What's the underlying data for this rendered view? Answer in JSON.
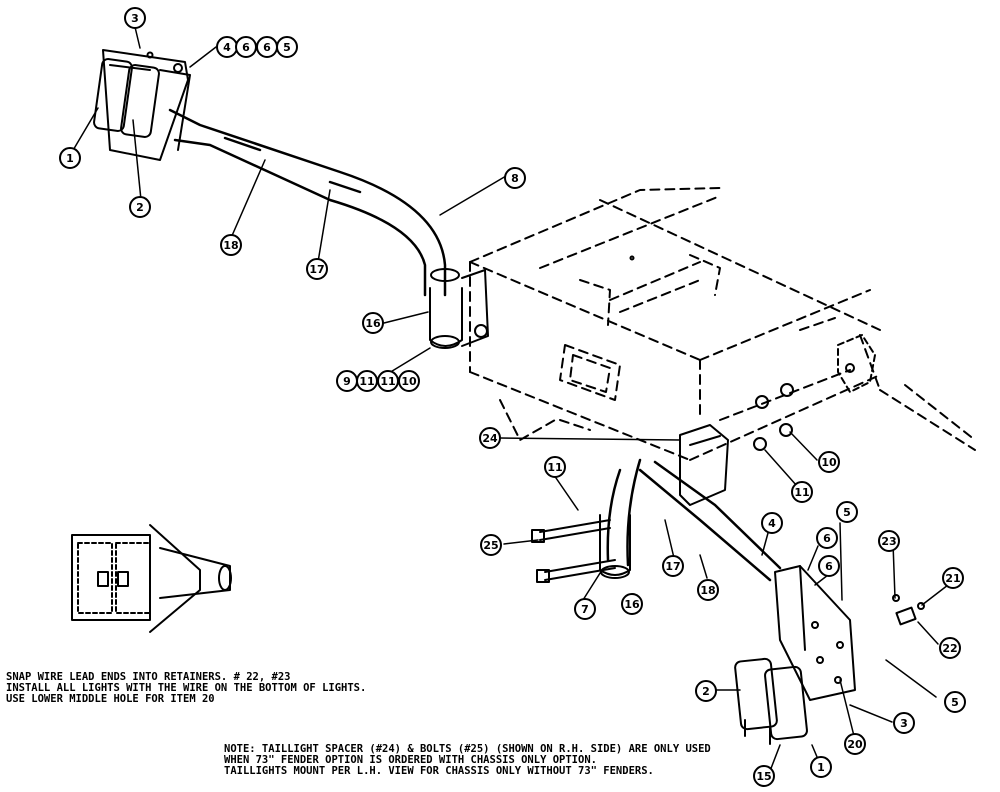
{
  "callouts": [
    {
      "id": "c-3-top",
      "label": "3"
    },
    {
      "id": "c-4-top",
      "label": "4"
    },
    {
      "id": "c-6a-top",
      "label": "6"
    },
    {
      "id": "c-6b-top",
      "label": "6"
    },
    {
      "id": "c-5-top",
      "label": "5"
    },
    {
      "id": "c-1-top",
      "label": "1"
    },
    {
      "id": "c-2-top",
      "label": "2"
    },
    {
      "id": "c-18-top",
      "label": "18"
    },
    {
      "id": "c-17-top",
      "label": "17"
    },
    {
      "id": "c-8",
      "label": "8"
    },
    {
      "id": "c-16-top",
      "label": "16"
    },
    {
      "id": "c-9",
      "label": "9"
    },
    {
      "id": "c-11a",
      "label": "11"
    },
    {
      "id": "c-11b",
      "label": "11"
    },
    {
      "id": "c-10-top",
      "label": "10"
    },
    {
      "id": "c-24",
      "label": "24"
    },
    {
      "id": "c-10-right",
      "label": "10"
    },
    {
      "id": "c-11-right",
      "label": "11"
    },
    {
      "id": "c-11-bolt",
      "label": "11"
    },
    {
      "id": "c-25",
      "label": "25"
    },
    {
      "id": "c-7",
      "label": "7"
    },
    {
      "id": "c-16-bottom",
      "label": "16"
    },
    {
      "id": "c-17-bottom",
      "label": "17"
    },
    {
      "id": "c-18-bottom",
      "label": "18"
    },
    {
      "id": "c-4-bottom",
      "label": "4"
    },
    {
      "id": "c-6-bottom-a",
      "label": "6"
    },
    {
      "id": "c-5-bottom-a",
      "label": "5"
    },
    {
      "id": "c-6-bottom-b",
      "label": "6"
    },
    {
      "id": "c-23",
      "label": "23"
    },
    {
      "id": "c-21",
      "label": "21"
    },
    {
      "id": "c-22",
      "label": "22"
    },
    {
      "id": "c-5-bottom-b",
      "label": "5"
    },
    {
      "id": "c-2-bottom",
      "label": "2"
    },
    {
      "id": "c-3-bottom",
      "label": "3"
    },
    {
      "id": "c-20",
      "label": "20"
    },
    {
      "id": "c-15",
      "label": "15"
    },
    {
      "id": "c-1-bottom",
      "label": "1"
    }
  ],
  "notes": {
    "left": "SNAP WIRE LEAD ENDS INTO RETAINERS. # 22, #23\nINSTALL ALL LIGHTS WITH THE WIRE ON THE BOTTOM OF LIGHTS.\nUSE LOWER MIDDLE HOLE FOR ITEM 20",
    "bottom": "NOTE: TAILLIGHT SPACER (#24) & BOLTS (#25) (SHOWN ON R.H. SIDE) ARE ONLY USED\nWHEN 73\" FENDER OPTION IS ORDERED WITH CHASSIS ONLY OPTION.\nTAILLIGHTS MOUNT PER L.H. VIEW FOR CHASSIS ONLY WITHOUT 73\" FENDERS."
  }
}
